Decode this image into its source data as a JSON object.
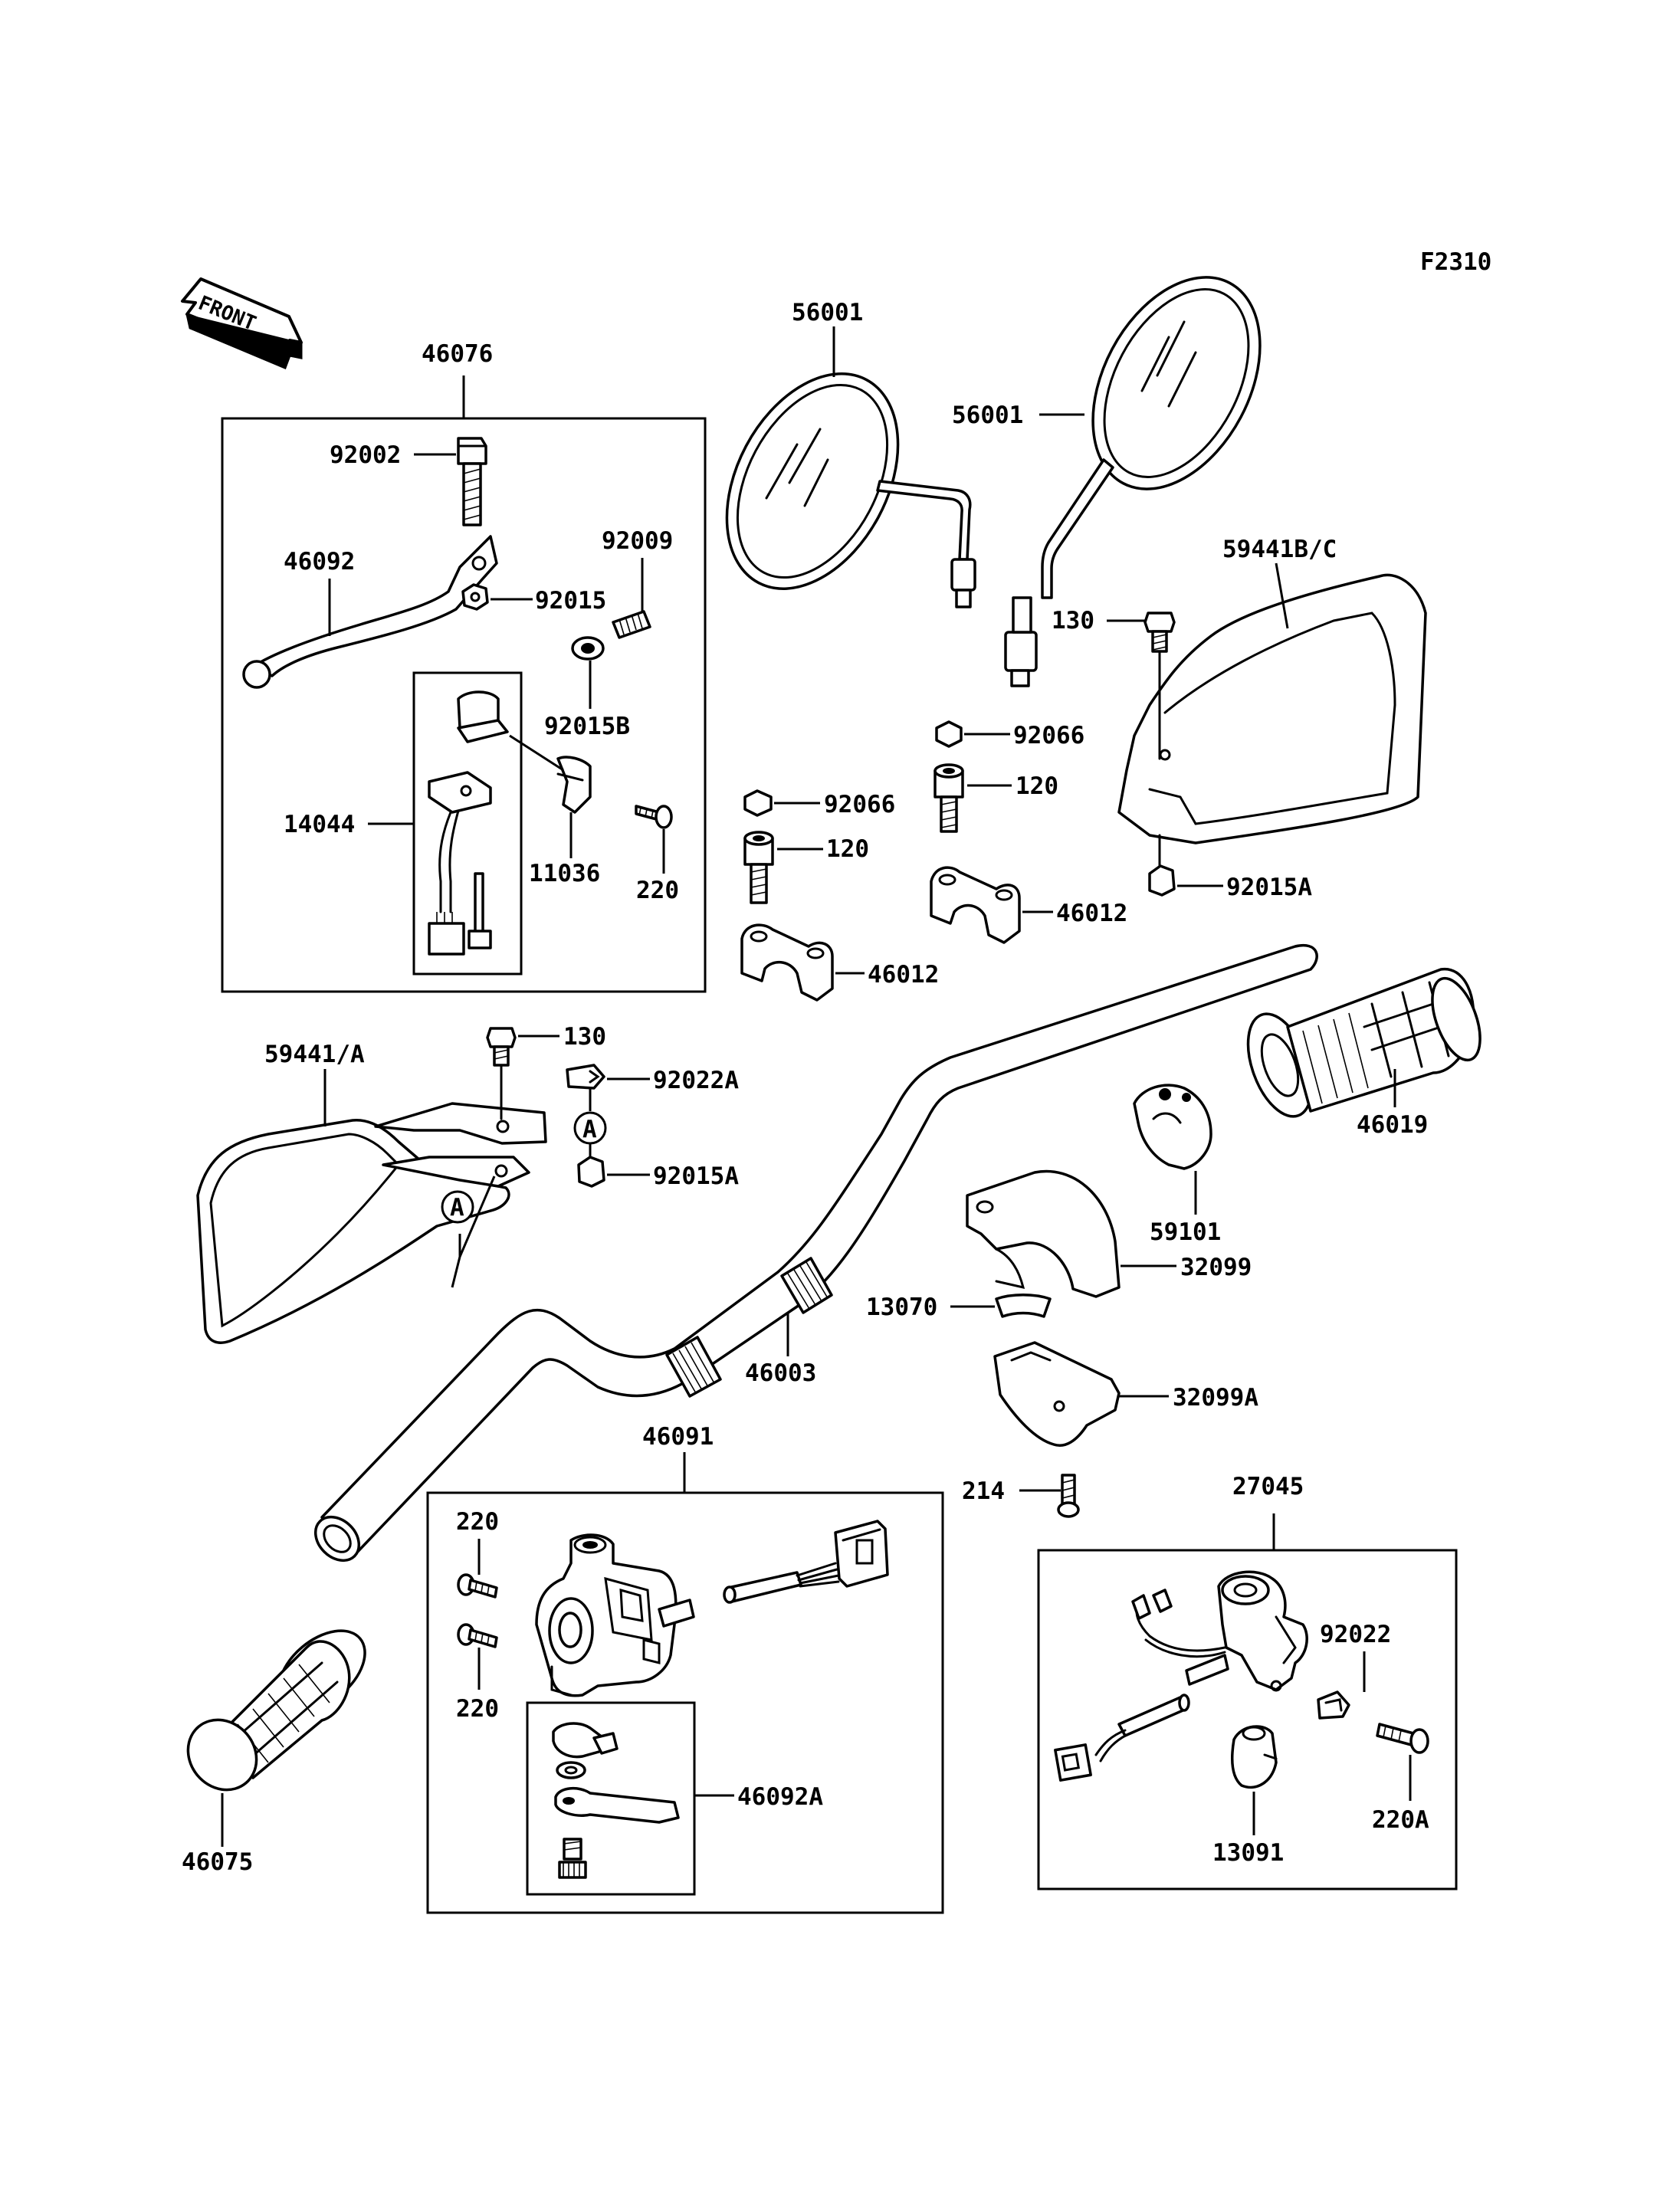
{
  "diagram_code": "F2310",
  "front_arrow_label": "FRONT",
  "callouts": {
    "c46076": "46076",
    "c92002": "92002",
    "c46092": "46092",
    "c92015": "92015",
    "c92009": "92009",
    "c92015B": "92015B",
    "c14044": "14044",
    "c11036": "11036",
    "c220_top": "220",
    "c56001_left": "56001",
    "c56001_right": "56001",
    "c59441BC": "59441B/C",
    "c130_right": "130",
    "c92066_right": "92066",
    "c120_right": "120",
    "c92015A_right": "92015A",
    "c46012_right": "46012",
    "c92066_left": "92066",
    "c120_left": "120",
    "c46012_left": "46012",
    "c59441A": "59441/A",
    "c130_left": "130",
    "c92022A": "92022A",
    "cA_upper": "A",
    "c92015A_left": "92015A",
    "cA_lower": "A",
    "c46019": "46019",
    "c59101": "59101",
    "c32099": "32099",
    "c13070": "13070",
    "c46003": "46003",
    "c32099A": "32099A",
    "c214": "214",
    "c46091": "46091",
    "c220_a": "220",
    "c220_b": "220",
    "c46092A": "46092A",
    "c46075": "46075",
    "c27045": "27045",
    "c92022": "92022",
    "c220A": "220A",
    "c13091": "13091"
  }
}
